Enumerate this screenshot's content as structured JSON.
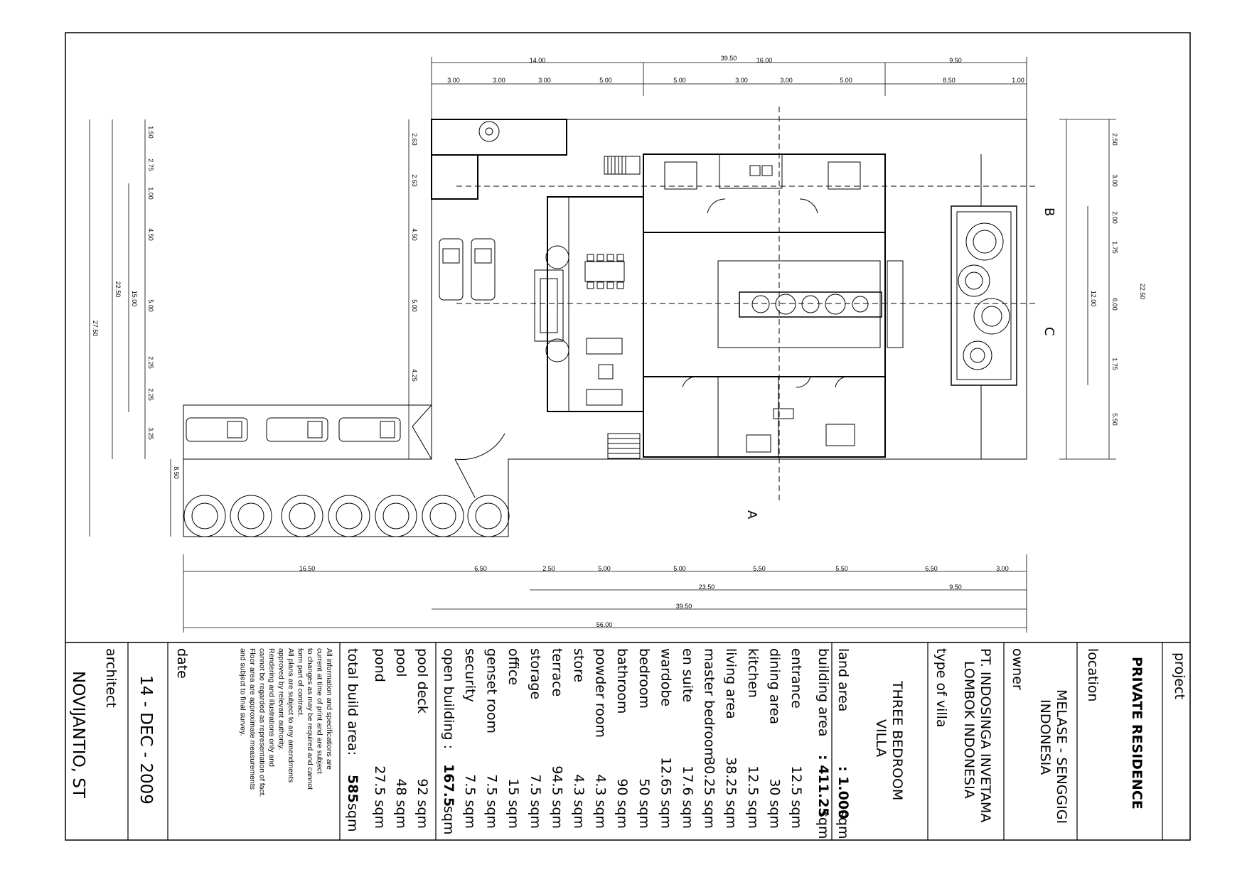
{
  "project_label": "project",
  "project_name": "PRIVATE RESIDENCE",
  "location_label": "location",
  "location_value": [
    "MELASE - SENGGIGI",
    "INDONESIA"
  ],
  "owner_label": "owner",
  "owner_value": [
    "PT. INDOSINGA INVETAMA",
    "LOMBOK INDONESIA"
  ],
  "villa_type_label": "type of villa",
  "villa_type_value": [
    "THREE BEDROOM",
    "VILLA"
  ],
  "land_area": {
    "label": "land area",
    "value": ": 1.000",
    "unit": "sqm"
  },
  "building_area": {
    "label": "building area",
    "value": ": 411.25",
    "unit": "sqm"
  },
  "rooms": [
    {
      "name": "entrance",
      "area": "12.5 sqm"
    },
    {
      "name": "dining area",
      "area": "30 sqm"
    },
    {
      "name": "kitchen",
      "area": "12.5 sqm"
    },
    {
      "name": "living area",
      "area": "38.25 sqm"
    },
    {
      "name": "master bedroom",
      "area": "30.25 sqm"
    },
    {
      "name": "en suite",
      "area": "17.6 sqm"
    },
    {
      "name": "wardobe",
      "area": "12.65 sqm"
    },
    {
      "name": "bedroom",
      "area": "50 sqm"
    },
    {
      "name": "bathroom",
      "area": "90 sqm"
    },
    {
      "name": "powder room",
      "area": "4.3 sqm"
    },
    {
      "name": "store",
      "area": "4.3 sqm"
    },
    {
      "name": "terrace",
      "area": "94.5 sqm"
    },
    {
      "name": "storage",
      "area": "7.5 sqm"
    },
    {
      "name": "office",
      "area": "15 sqm"
    },
    {
      "name": "genset room",
      "area": "7.5 sqm"
    },
    {
      "name": "security",
      "area": "7.5 sqm"
    }
  ],
  "open_building": {
    "label": "open building :",
    "value": "167.5",
    "unit": "sqm"
  },
  "open_items": [
    {
      "name": "pool deck",
      "area": "92 sqm"
    },
    {
      "name": "pool",
      "area": "48 sqm"
    },
    {
      "name": "pond",
      "area": "27.5 sqm"
    }
  ],
  "total_build": {
    "label": "total build area:",
    "value": "585",
    "unit": "sqm"
  },
  "disclaimer": [
    "All information and specifications are",
    "current at time of print and are subject",
    "to changes as may be required and cannot",
    "form part of contract.",
    "All plans are subject to any amendments",
    "approved by relevant authority.",
    "Rendering and illustrations only and",
    "cannot be regarded as representation of fact.",
    "Floor area are approximate measurements",
    "and subject to final survey."
  ],
  "date_label": "date",
  "date_value": "14 - DEC - 2009",
  "architect_label": "architect",
  "architect_value": "NOVIJANTIO, ST",
  "section_markers": [
    "A",
    "B",
    "C"
  ],
  "dimensions": {
    "top_overall": "39.50",
    "top_groups": [
      "14.00",
      "16.00",
      "9.50"
    ],
    "top_segments": [
      "3.00",
      "3.00",
      "3.00",
      "5.00",
      "5.00",
      "3.00",
      "3.00",
      "5.00",
      "8.50",
      "1.00"
    ],
    "bottom_segments": [
      "16.50",
      "6.50",
      "2.50",
      "5.00",
      "5.00",
      "5.50",
      "5.50",
      "6.50",
      "3.00"
    ],
    "bottom_groups": [
      "23.50",
      "9.50"
    ],
    "bottom_overall_1": "39.50",
    "bottom_overall_2": "56.00",
    "left_overall": "27.50",
    "left_mid": "22.50",
    "left_inner": "15.00",
    "left_segments": [
      "1.50",
      "2.75",
      "1.00",
      "4.50",
      "5.00",
      "2.25",
      "2.25",
      "3.25"
    ],
    "left_lower": "8.50",
    "left_center_segments": [
      "2.63",
      "2.63",
      "4.50",
      "5.00",
      "4.25"
    ],
    "right_overall": "22.50",
    "right_mid": "12.00",
    "right_segments": [
      "2.50",
      "3.00",
      "2.00",
      "1.75",
      "6.00",
      "1.75",
      "5.50"
    ]
  }
}
